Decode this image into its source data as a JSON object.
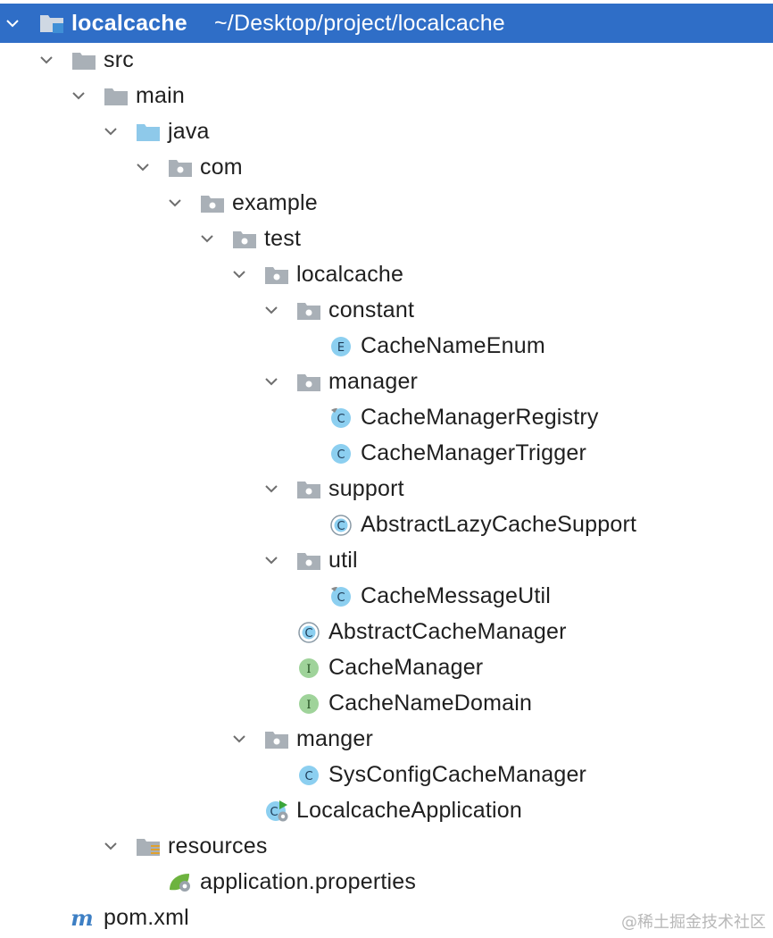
{
  "project": {
    "name": "localcache",
    "path": "~/Desktop/project/localcache"
  },
  "tree": {
    "src": "src",
    "main": "main",
    "java": "java",
    "com": "com",
    "example": "example",
    "test": "test",
    "localcache": "localcache",
    "constant": "constant",
    "cache_name_enum": "CacheNameEnum",
    "manager": "manager",
    "cache_manager_registry": "CacheManagerRegistry",
    "cache_manager_trigger": "CacheManagerTrigger",
    "support": "support",
    "abstract_lazy_cache_support": "AbstractLazyCacheSupport",
    "util": "util",
    "cache_message_util": "CacheMessageUtil",
    "abstract_cache_manager": "AbstractCacheManager",
    "cache_manager": "CacheManager",
    "cache_name_domain": "CacheNameDomain",
    "manger": "manger",
    "sys_config_cache_manager": "SysConfigCacheManager",
    "localcache_application": "LocalcacheApplication",
    "resources": "resources",
    "application_properties": "application.properties",
    "pom_xml": "pom.xml"
  },
  "badges": {
    "enum": "E",
    "class": "C",
    "interface": "I",
    "maven": "m"
  },
  "watermark": "@稀土掘金技术社区",
  "colors": {
    "selection": "#2f6ec7",
    "class_badge": "#8ccff0",
    "interface_badge": "#9fd39a",
    "folder": "#a9b0b7",
    "source_folder": "#8ec9ea",
    "spring": "#6db33f",
    "maven": "#3d7fc4"
  }
}
